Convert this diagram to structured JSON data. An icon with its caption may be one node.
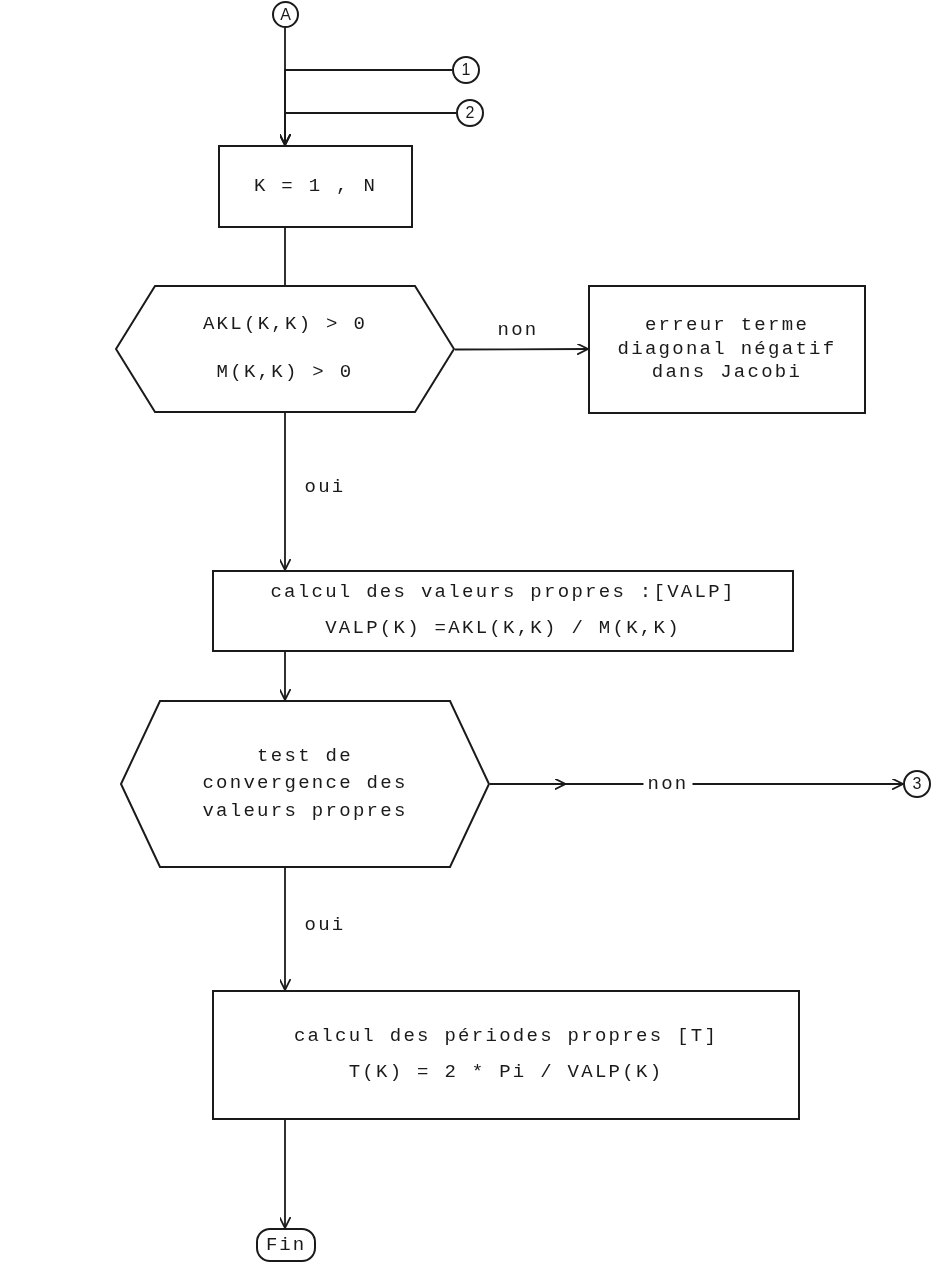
{
  "diagram": {
    "nodes": [
      {
        "text": [
          "A"
        ]
      },
      {
        "text": [
          "1"
        ]
      },
      {
        "text": [
          "2"
        ]
      },
      {
        "text": [
          "K = 1 , N"
        ]
      },
      {
        "text": [
          "AKL(K,K) > 0",
          "M(K,K) > 0"
        ]
      },
      {
        "text": [
          "erreur terme diagonal négatif dans Jacobi"
        ]
      },
      {
        "text": [
          "calcul des valeurs propres :[VALP]",
          "VALP(K) =AKL(K,K) / M(K,K)"
        ]
      },
      {
        "text": [
          "test de convergence des valeurs propres"
        ]
      },
      {
        "text": [
          "3"
        ]
      },
      {
        "text": [
          "calcul des périodes propres [T]",
          "T(K) = 2 * Pi / VALP(K)"
        ]
      },
      {
        "text": [
          "Fin"
        ]
      }
    ],
    "edges": [
      {
        "from": 0,
        "to": 3,
        "arrow": "to"
      },
      {
        "from": 1,
        "to": 3,
        "arrow": "to"
      },
      {
        "from": 2,
        "to": 3,
        "arrow": "to"
      },
      {
        "from": 3,
        "to": 4,
        "arrow": "none"
      },
      {
        "from": 4,
        "to": 5,
        "arrow": "to",
        "label": "non"
      },
      {
        "from": 4,
        "to": 6,
        "arrow": "to",
        "label": "oui"
      },
      {
        "from": 6,
        "to": 7,
        "arrow": "to"
      },
      {
        "from": 7,
        "to": 8,
        "arrow": "to",
        "label": "non"
      },
      {
        "from": 7,
        "to": 9,
        "arrow": "to",
        "label": "oui"
      },
      {
        "from": 9,
        "to": 10,
        "arrow": "to"
      }
    ]
  }
}
